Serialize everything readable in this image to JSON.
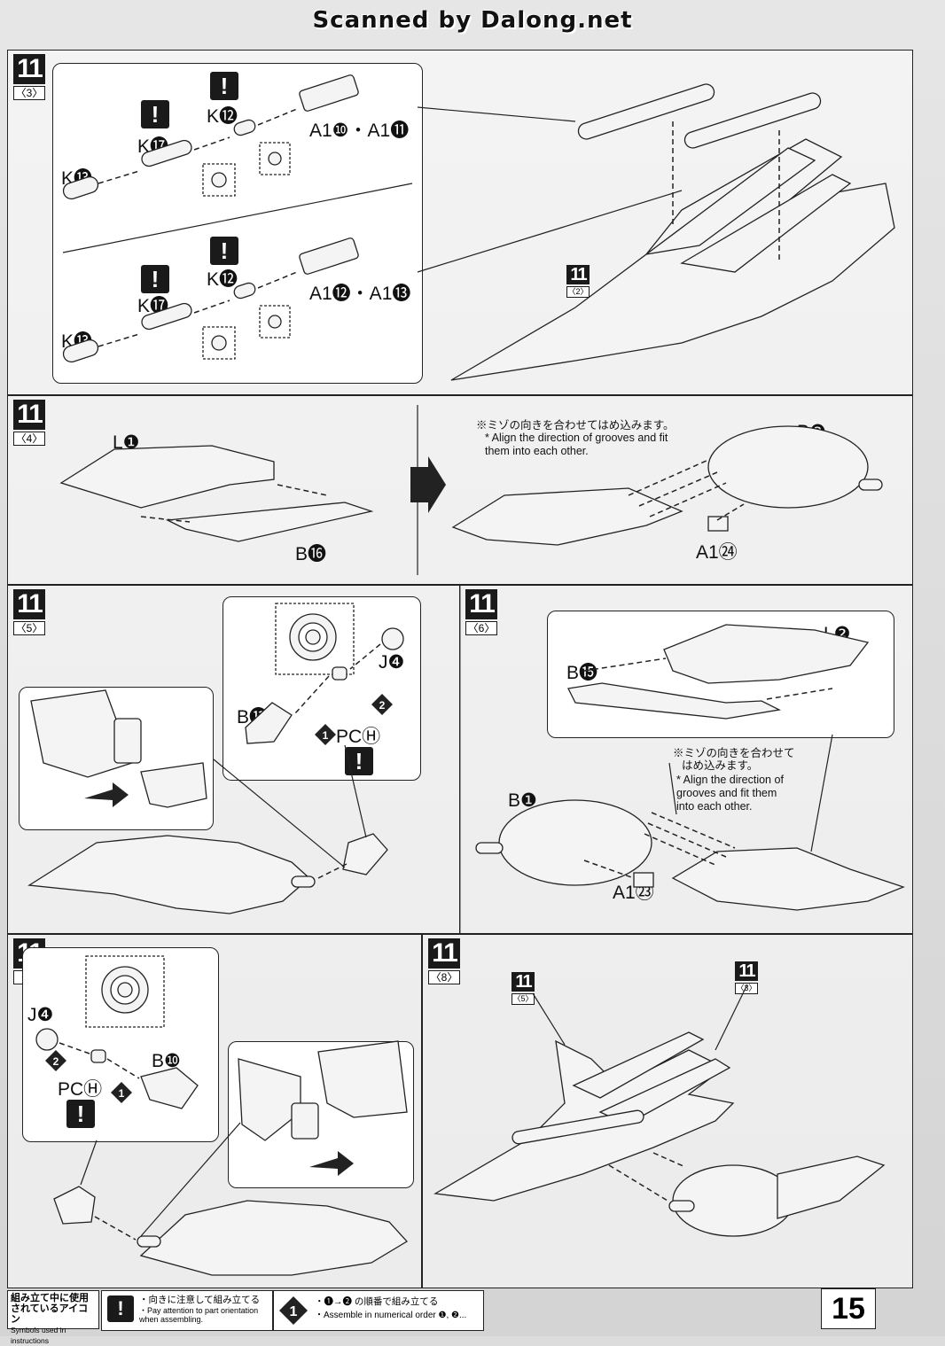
{
  "header": {
    "scan_credit": "Scanned by Dalong.net"
  },
  "page_number": "15",
  "steps": {
    "s3": {
      "num": "11",
      "sub": "〈3〉",
      "parts_top": {
        "k13": "K⓭",
        "k17": "K⓱",
        "k12": "K⓬",
        "a1": "A1❿・A1⓫"
      },
      "parts_bottom": {
        "k13": "K⓭",
        "k17": "K⓱",
        "k12": "K⓬",
        "a1": "A1⓬・A1⓭"
      },
      "ref": {
        "num": "11",
        "sub": "〈2〉"
      }
    },
    "s4": {
      "num": "11",
      "sub": "〈4〉",
      "parts": {
        "l1": "L❶",
        "b16": "B⓰",
        "b2": "B❷",
        "a24": "A1㉔"
      },
      "note_jp": "※ミゾの向きを合わせてはめ込みます。",
      "note_en": "* Align the direction of grooves and fit them into each other."
    },
    "s5": {
      "num": "11",
      "sub": "〈5〉",
      "parts": {
        "j4": "J❹",
        "b11": "B⓫",
        "pc": "PCⒽ",
        "order1": "1",
        "order2": "2"
      }
    },
    "s6": {
      "num": "11",
      "sub": "〈6〉",
      "parts": {
        "l2": "L❷",
        "b15": "B⓯",
        "b1": "B❶",
        "a23": "A1㉓"
      },
      "note_jp_1": "※ミゾの向きを合わせて",
      "note_jp_2": "はめ込みます。",
      "note_en": "* Align the direction of grooves and fit them into each other."
    },
    "s7": {
      "num": "11",
      "sub": "〈7〉",
      "parts": {
        "j4": "J❹",
        "b10": "B❿",
        "pc": "PCⒽ",
        "order1": "1",
        "order2": "2"
      }
    },
    "s8": {
      "num": "11",
      "sub": "〈8〉",
      "ref_a": {
        "num": "11",
        "sub": "〈5〉"
      },
      "ref_b": {
        "num": "11",
        "sub": "〈3〉"
      }
    }
  },
  "warn_symbol": "!",
  "footer": {
    "legend_title_jp_1": "組み立て中に使用",
    "legend_title_jp_2": "されているアイコン",
    "legend_title_en": "Symbols used in instructions",
    "attention_jp": "・向きに注意して組み立てる",
    "attention_en": "・Pay attention to part orientation when assembling.",
    "order_icon": "1",
    "order_jp": "・❶→❷ の順番で組み立てる",
    "order_en": "・Assemble in numerical order ❶, ❷..."
  }
}
